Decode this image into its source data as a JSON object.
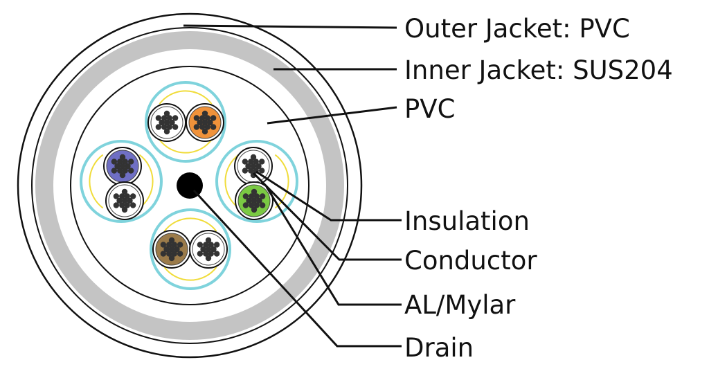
{
  "labels": {
    "outer_jacket": "Outer Jacket: PVC",
    "inner_jacket": "Inner Jacket: SUS204",
    "pvc": "PVC",
    "insulation": "Insulation",
    "conductor": "Conductor",
    "al_mylar": "AL/Mylar",
    "drain": "Drain"
  },
  "colors": {
    "outline": "#111111",
    "steel_band": "#c4c4c4",
    "pair_foil": "#7fd3dc",
    "pair_wrap": "#f0dc3a",
    "wire_orange": "#f0923a",
    "wire_blue": "#6f6fc4",
    "wire_green": "#7ac943",
    "wire_brown": "#9b7b4a",
    "wire_white": "#ffffff",
    "strand": "#333333"
  },
  "pairs": [
    {
      "name": "top",
      "wires": [
        "white",
        "orange"
      ]
    },
    {
      "name": "left",
      "wires": [
        "blue",
        "white"
      ]
    },
    {
      "name": "right",
      "wires": [
        "white",
        "green"
      ]
    },
    {
      "name": "bottom",
      "wires": [
        "brown",
        "white"
      ]
    }
  ]
}
